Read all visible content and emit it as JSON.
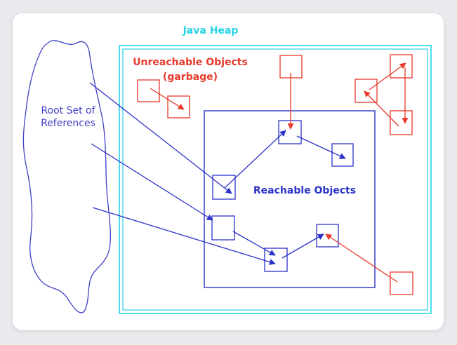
{
  "labels": {
    "heap": "Java Heap",
    "unreachable_line1": "Unreachable Objects",
    "unreachable_line2": "(garbage)",
    "root_line1": "Root Set of",
    "root_line2": "References",
    "reachable": "Reachable Objects"
  },
  "colors": {
    "heap": "#27d3e6",
    "unreachable": "#e8392b",
    "reachable": "#2b33c9",
    "root": "#3f3fc8",
    "card": "#ffffff",
    "background": "#e9eaed"
  }
}
